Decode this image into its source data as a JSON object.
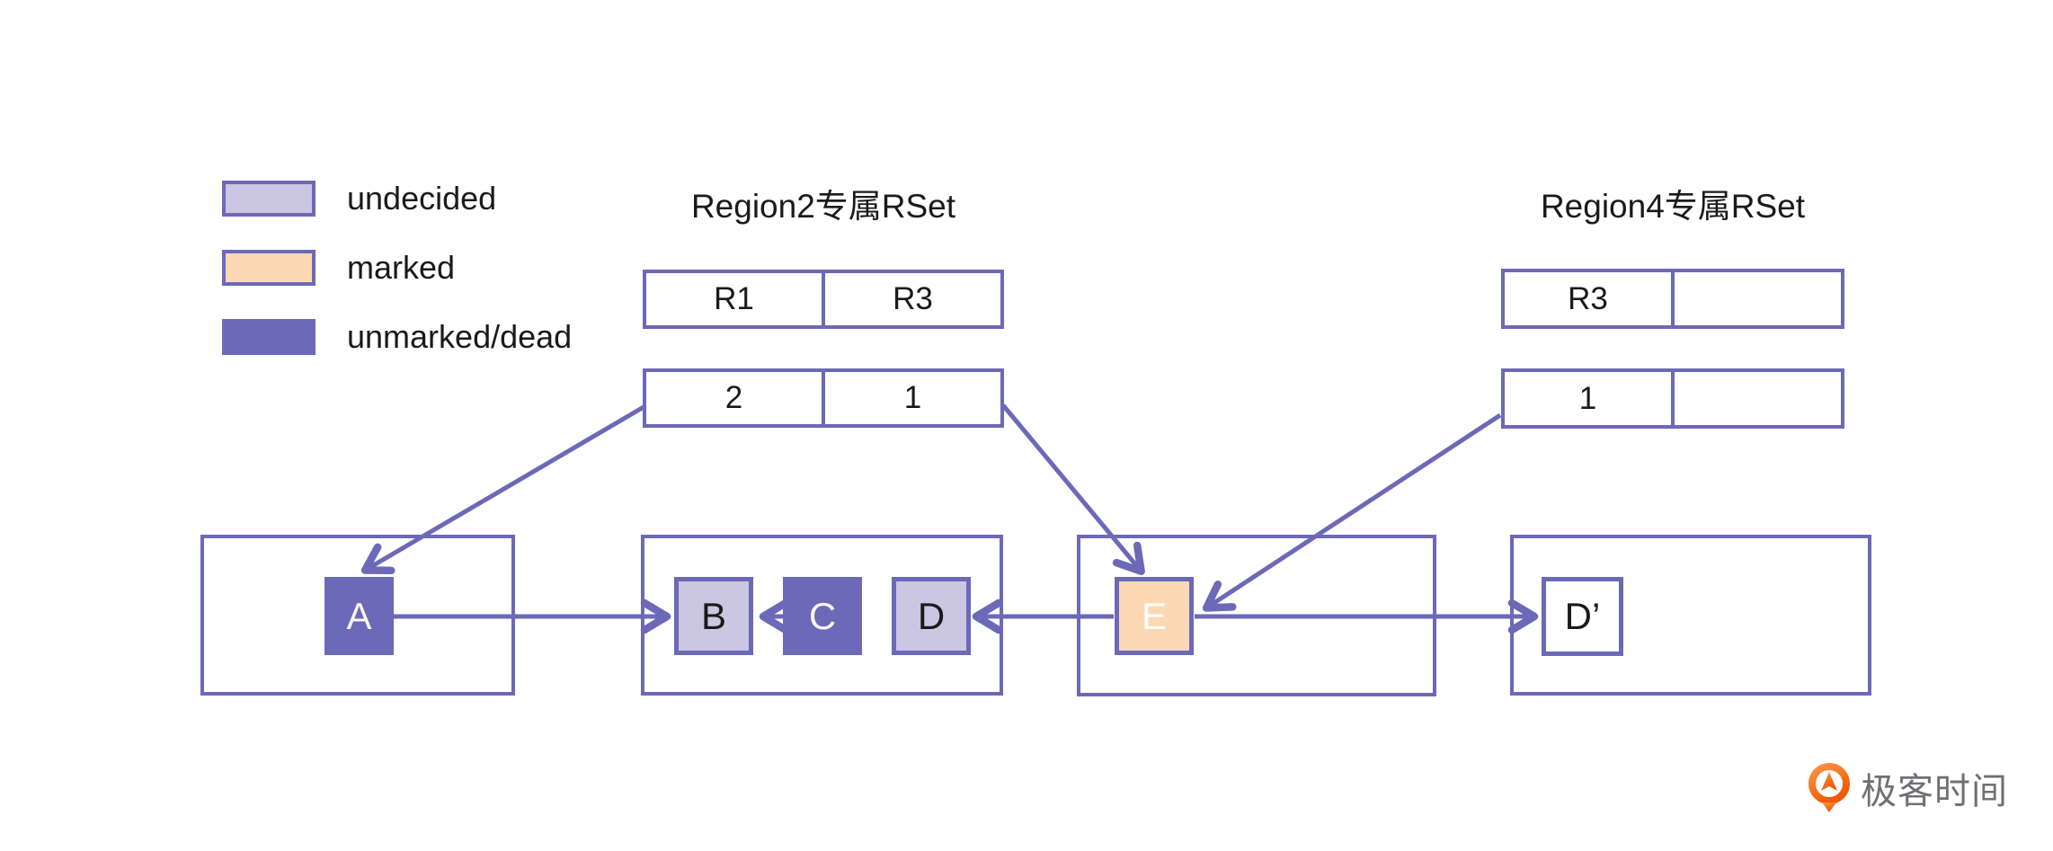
{
  "colors": {
    "purple": "#6c69b8",
    "lavender": "#cbc6e2",
    "peach": "#fcd9b4",
    "ink": "#1a1a1a",
    "orange": "#f36c21",
    "logo_gray": "#6f7073"
  },
  "legend": {
    "items": [
      {
        "label": "undecided",
        "state": "undecided"
      },
      {
        "label": "marked",
        "state": "marked"
      },
      {
        "label": "unmarked/dead",
        "state": "unmarked-dead"
      }
    ]
  },
  "rset2": {
    "title": "Region2专属RSet",
    "row1": [
      "R1",
      "R3"
    ],
    "row2": [
      "2",
      "1"
    ]
  },
  "rset4": {
    "title": "Region4专属RSet",
    "row1": [
      "R3",
      ""
    ],
    "row2": [
      "1",
      ""
    ]
  },
  "nodes": {
    "a": {
      "label": "A",
      "state": "unmarked-dead"
    },
    "b": {
      "label": "B",
      "state": "undecided"
    },
    "c": {
      "label": "C",
      "state": "unmarked-dead"
    },
    "d": {
      "label": "D",
      "state": "undecided"
    },
    "e": {
      "label": "E",
      "state": "marked"
    },
    "dprime": {
      "label": "D’",
      "state": "none"
    }
  },
  "edges": [
    "rset2-card-2 -> node-a",
    "rset2-card-1 -> node-e",
    "rset4-card-1 -> node-e",
    "node-a -> node-b",
    "node-c -> node-b",
    "node-e -> node-d",
    "node-e -> node-dprime"
  ],
  "logo": {
    "text": "极客时间"
  }
}
